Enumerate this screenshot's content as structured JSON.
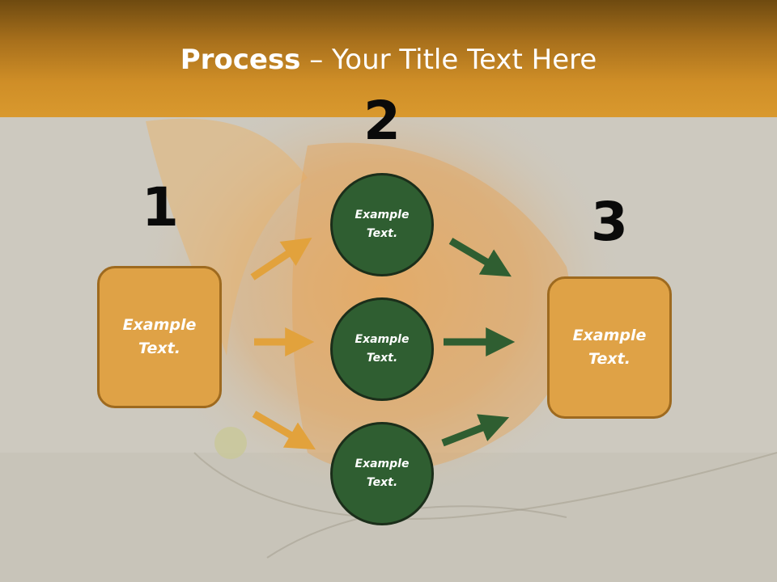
{
  "title": {
    "bold": "Process",
    "rest": " – Your Title Text Here"
  },
  "steps": {
    "n1": "1",
    "n2": "2",
    "n3": "3"
  },
  "left_box": {
    "text": "Example Text."
  },
  "circles": [
    {
      "text": "Example Text."
    },
    {
      "text": "Example Text."
    },
    {
      "text": "Example Text."
    }
  ],
  "right_box": {
    "text": "Example Text."
  },
  "colors": {
    "title_band": "#d9992e",
    "box_fill": "#dfa246",
    "circle_fill": "#2f5e31",
    "orange_arrow": "#e2a23c",
    "green_arrow": "#2f5e31"
  }
}
